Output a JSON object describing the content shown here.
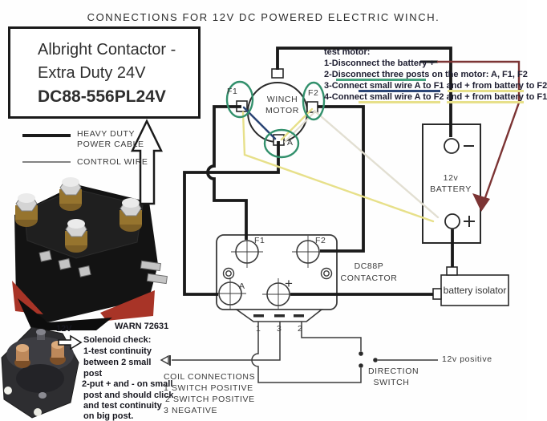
{
  "title": "CONNECTIONS FOR 12V DC POWERED ELECTRIC WINCH.",
  "contactor_box": {
    "line1": "Albright Contactor -",
    "line2": "Extra Duty 24V",
    "line3": "DC88-556PL24V"
  },
  "legend": {
    "heavy_line1": "HEAVY DUTY",
    "heavy_line2": "POWER CABLE",
    "control": "CONTROL WIRE"
  },
  "test_motor": {
    "heading": "test motor:",
    "steps": [
      "1-Disconnect the battery +",
      "2-Disconnect three posts on the motor: A, F1, F2",
      "3-Connect small wire A to F1 and + from battery to F2",
      "4-Connect small wire A to F2 and + from battery to F1"
    ]
  },
  "motor": {
    "label1": "WINCH",
    "label2": "MOTOR",
    "f1": "F1",
    "f2": "F2",
    "a": "A"
  },
  "battery": {
    "volts": "12v",
    "name": "BATTERY",
    "minus": "−",
    "plus": "+"
  },
  "isolator": {
    "label": "battery isolator"
  },
  "dc88p": {
    "name1": "DC88P",
    "name2": "CONTACTOR",
    "f1": "F1",
    "f2": "F2",
    "a": "A",
    "plus": "+",
    "pins": [
      "1",
      "3",
      "2"
    ]
  },
  "coil": {
    "heading": "COIL CONNECTIONS",
    "items": [
      "1 SWITCH POSITIVE",
      "2 SWITCH POSITIVE",
      "3 NEGATIVE"
    ]
  },
  "direction_switch": {
    "label1": "DIRECTION",
    "label2": "SWITCH",
    "wire_label": "12v positive"
  },
  "solenoid": {
    "voltage": "12V",
    "model": "WARN 72631",
    "lines": [
      "Solenoid check:",
      "1-test continuity",
      "between 2 small",
      "post",
      "2-put + and - on small",
      "post and should click",
      "and test continuity",
      "on big post."
    ]
  },
  "colors": {
    "power_cable": "#1a1a1a",
    "wire_navy": "#2c4676",
    "wire_yellow": "#e7e08a",
    "wire_white": "#e2dfd2",
    "annotation_maroon": "#7c3434",
    "terminal_ring_green": "#32906c",
    "underline_green": "#43a37d"
  }
}
